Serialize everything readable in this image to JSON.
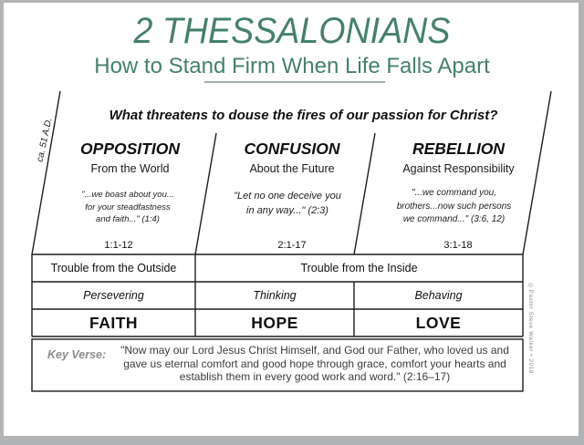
{
  "page": {
    "title": "2 THESSALONIANS",
    "subtitle": "How to Stand Firm When Life Falls Apart",
    "question": "What threatens to douse the fires of our passion for Christ?",
    "date_label": "ca. 51 A.D.",
    "copyright": "©Pastor Steve Walker • 2018"
  },
  "columns": [
    {
      "title": "OPPOSITION",
      "subtitle": "From the World",
      "quote_lines": [
        "\"...we boast about you...",
        "for your steadfastness",
        "and faith...\" (1:4)"
      ],
      "reference": "1:1-12",
      "theme": "Persevering",
      "virtue": "FAITH"
    },
    {
      "title": "CONFUSION",
      "subtitle": "About the Future",
      "quote_lines": [
        "\"Let no one deceive you",
        "in any way...\" (2:3)",
        ""
      ],
      "reference": "2:1-17",
      "theme": "Thinking",
      "virtue": "HOPE"
    },
    {
      "title": "REBELLION",
      "subtitle": "Against Responsibility",
      "quote_lines": [
        "\"...we command you,",
        "brothers...now such persons",
        "we command...\" (3:6, 12)"
      ],
      "reference": "3:1-18",
      "theme": "Behaving",
      "virtue": "LOVE"
    }
  ],
  "trouble_row": {
    "outside": "Trouble from the Outside",
    "inside": "Trouble from the Inside"
  },
  "key_verse": {
    "label": "Key Verse:",
    "lines": [
      "\"Now may our Lord Jesus Christ Himself, and God our Father, who loved us and",
      "gave us eternal comfort and good hope through grace, comfort your hearts and",
      "establish them in every good work and word.\" (2:16–17)"
    ]
  },
  "colors": {
    "accent": "#45806F",
    "underline": "#A3ADA9",
    "frame_gray": "#B2B3B5",
    "line_black": "#1d1d1d",
    "muted_gray": "#8C8C8C"
  }
}
